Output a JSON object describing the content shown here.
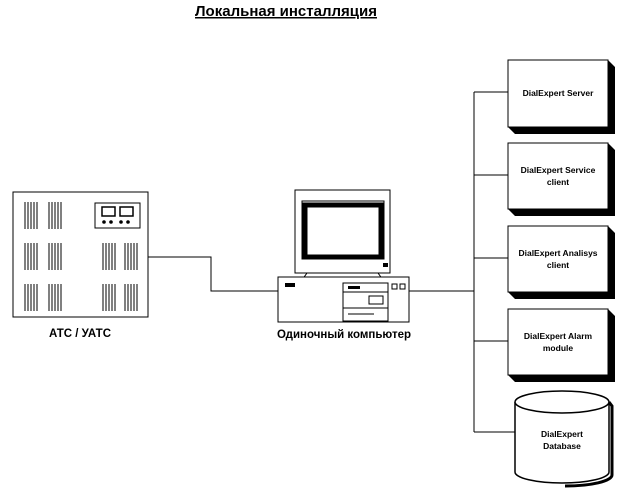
{
  "title": "Локальная инсталляция",
  "atc": {
    "label": "АТС / УАТС"
  },
  "computer": {
    "label": "Одиночный компьютер"
  },
  "modules": [
    {
      "line1": "DialExpert Server",
      "line2": ""
    },
    {
      "line1": "DialExpert Service",
      "line2": "client"
    },
    {
      "line1": "DialExpert Analisys",
      "line2": "client"
    },
    {
      "line1": "DialExpert Alarm",
      "line2": "module"
    }
  ],
  "database": {
    "line1": "DialExpert",
    "line2": "Database"
  },
  "colors": {
    "line": "#000000",
    "fill": "#ffffff",
    "shadow": "#000000"
  }
}
